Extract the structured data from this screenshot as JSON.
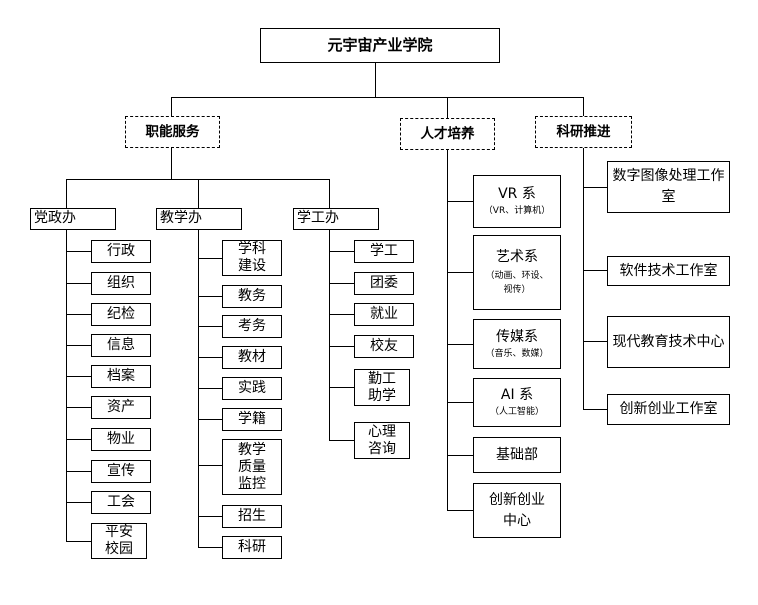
{
  "root": "元宇宙产业学院",
  "departments": [
    {
      "name": "职能服务",
      "offices": [
        {
          "name": "党政办",
          "items": [
            "行政",
            "组织",
            "纪检",
            "信息",
            "档案",
            "资产",
            "物业",
            "宣传",
            "工会",
            "平安校园"
          ]
        },
        {
          "name": "教学办",
          "items": [
            "学科建设",
            "教务",
            "考务",
            "教材",
            "实践",
            "学籍",
            "教学质量监控",
            "招生",
            "科研"
          ]
        },
        {
          "name": "学工办",
          "items": [
            "学工",
            "团委",
            "就业",
            "校友",
            "勤工助学",
            "心理咨询"
          ]
        }
      ]
    },
    {
      "name": "人才培养",
      "units": [
        {
          "name": "VR 系",
          "detail": "（VR、计算机）"
        },
        {
          "name": "艺术系",
          "detail": "（动画、环设、视传）"
        },
        {
          "name": "传媒系",
          "detail": "（音乐、数媒）"
        },
        {
          "name": "AI 系",
          "detail": "（人工智能）"
        },
        {
          "name": "基础部",
          "detail": ""
        },
        {
          "name": "创新创业中心",
          "detail": ""
        }
      ]
    },
    {
      "name": "科研推进",
      "studios": [
        "数字图像处理工作室",
        "软件技术工作室",
        "现代教育技术中心",
        "创新创业工作室"
      ]
    }
  ]
}
